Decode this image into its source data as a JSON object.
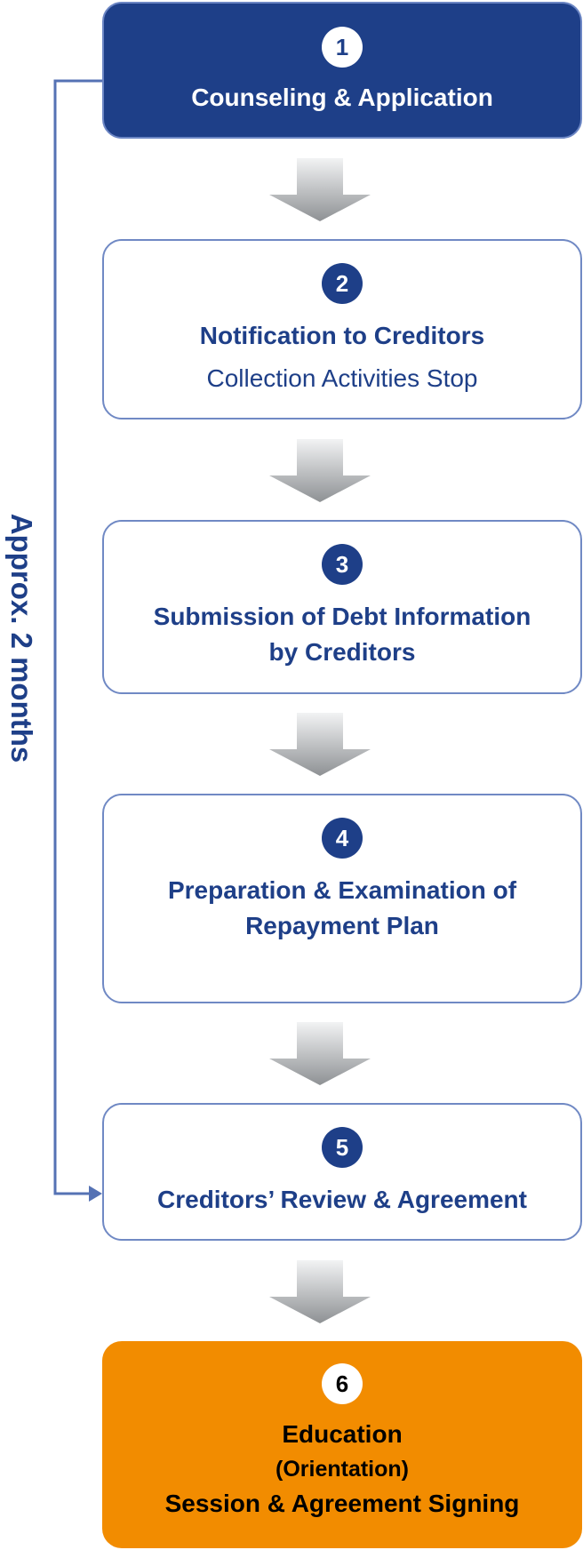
{
  "side_label": "Approx. 2 months",
  "steps": [
    {
      "number": "1",
      "title": "Counseling & Application"
    },
    {
      "number": "2",
      "title": "Notification to Creditors",
      "subtitle": "Collection Activities Stop"
    },
    {
      "number": "3",
      "title_line1": "Submission of Debt Information",
      "title_line2": "by Creditors"
    },
    {
      "number": "4",
      "title_line1": "Preparation & Examination of",
      "title_line2": "Repayment Plan"
    },
    {
      "number": "5",
      "title": "Creditors’ Review & Agreement"
    },
    {
      "number": "6",
      "title_line1": "Education",
      "title_line2": "(Orientation)",
      "title_line3": "Session & Agreement Signing"
    }
  ],
  "colors": {
    "navy": "#1e3f88",
    "border": "#7089c4",
    "orange": "#f28c00"
  }
}
